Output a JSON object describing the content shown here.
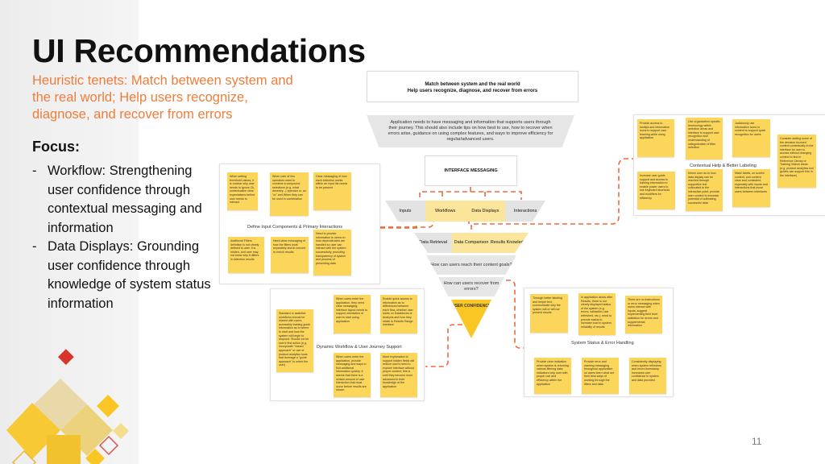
{
  "slide": {
    "title": "UI Recommendations",
    "subtitle": "Heuristic tenets: Match between system and the real world; Help users recognize, diagnose, and recover from errors",
    "focus_label": "Focus:",
    "bullets": [
      "Workflow: Strengthening user confidence through contextual messaging and information",
      "Data Displays: Grounding user confidence through knowledge of system status information"
    ],
    "page_number": "11"
  },
  "diagram": {
    "top_box": [
      "Match between system and the real world",
      "Help users recognize, diagnose, and recover from errors"
    ],
    "description": "Application needs to have messaging and information that supports users through their journey. This should also include tips on how best to use, how to recover when errors arise, guidance on using complex features, and ways to improve efficiency for regular/advanced users.",
    "interface_messaging": "INTERFACE MESSAGING",
    "row1": [
      "Inputs",
      "Workflows",
      "Data Displays",
      "Interactions"
    ],
    "row2": [
      "Data Retrieval",
      "Data Comparison",
      "Results Knowledge"
    ],
    "q1": "How can users reach their content goals?",
    "q2": "How can users recover from errors?",
    "bottom": "USER CONFIDENCE",
    "accent": "#f9c623",
    "dash_color": "#ee6a3b"
  },
  "boards": {
    "inputs": {
      "label": "Define Input Components & Primary Interactions",
      "notes": [
        "When setting threshold values, it is unclear why user needs to ignore Ck, contextualize clear expectations before user needs to interact",
        "When user of few operators want to combine a compound selections (e.g. what ancestry...) operator or, an \"or\" and When they can be used in combination",
        "Clear messaging of how each selection works within an input list needs to be present",
        "Additional Filters definition is not clearly defined to user. It is hidden, and user may not know why it differs in selection results",
        "Need clear messaging of how the filters work separately and in concert to enrich results",
        "Need to provide information to users on how dependencies are handled so user can interact with the system successfully, providing transparency of system and process of presenting data"
      ]
    },
    "help": {
      "label": "Contextual Help & Better Labeling",
      "notes": [
        "Provide access to tooltips and information icons to support user learning while using application",
        "Use organization specific terminology within selection areas and interface to support user recognition and understanding of categorization of filter selection",
        "Judiciously use information icons in content to support quick recognition for users",
        "Increase user guide support and access to training information to enable power users to use keyboard shortcuts and modifiers for efficiency",
        "Inform user as to how data display can be reached through supportive text collocated to the interactive point; provide user context to increase potential of cultivating successful data",
        "Make labels, on screen content, and content clear and consistent, especially with inputs and interactions that move users between interfaces",
        "Consider adding some of the decision focused content contextually in the interface for user to access without changing context to find in Reference Library or Training Videos areas (e.g. product analytics tool guides can support this in the interface)"
      ]
    },
    "workflow": {
      "label": "Dynamic Workflow & User Journey Support",
      "notes": [
        "Standard or assistive workflows should be shared with users, accessibly training guide information as to where to start and how the system will begin to respond. Should not be user's first action (e.g. incorporate \"wizard approach\" or use of product analytics tools that leverage a \"guide approach\" to orient the user)",
        "When users enter the application, they need clear messaging; interface layout needs to support orientation of user to start using application",
        "Enable quick access to information as to differences between each flow, whether user starts on Datablocks or Analysis and how they relate to Results Range interface",
        "When users enter the application, provide messaging and ways to find additional information quickly. It seems that there is a certain amount of user interaction that must occur before results are shown",
        "More explanation to support hidden fields will reduce user's need to explore interface without proper context; this is until they become more advanced in their knowledge of the application"
      ]
    },
    "status": {
      "label": "System Status & Error Handling",
      "notes": [
        "Through better labeling and helper text, communicate why the system will or will not present results",
        "In application areas after Results, there is not clearly displayed status of the system (e.g. errors, validation, last refreshed, etc.); need to provide status to increase trust in system reliability of results",
        "There are no instructions or error messaging when users interact with inputs; suggest implementing field level validation for errors and supplemental information",
        "Provide clear indication when system is returning various filtering data; indicators help user with proper use and efficiency within the application",
        "Provide error and warning messaging throughout application so users learn what are their best ways of working through the filters and data",
        "Consistently displaying when system refreshes and errors timestamp increases user confidence in system and data provided"
      ]
    }
  }
}
